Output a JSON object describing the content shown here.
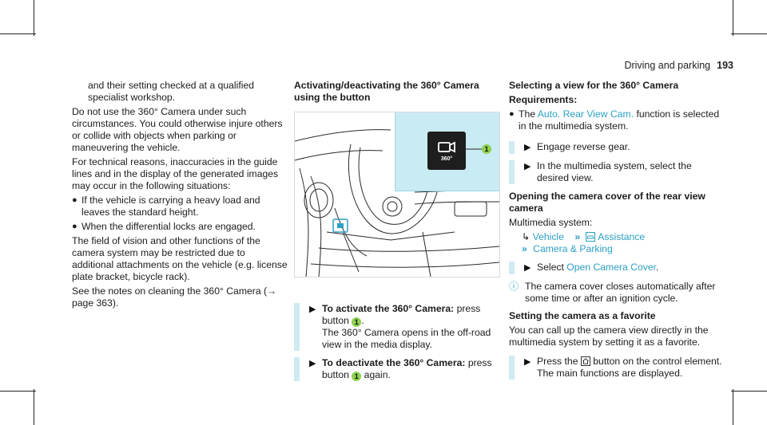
{
  "header": {
    "section": "Driving and parking",
    "page": "193"
  },
  "col1": {
    "p1": "and their setting checked at a qualified specialist workshop.",
    "p2": "Do not use the 360° Camera under such circumstances. You could otherwise injure others or collide with objects when parking or maneuvering the vehicle.",
    "p3": "For technical reasons, inaccuracies in the guide lines and in the display of the generated images may occur in the following situations:",
    "bullets": [
      "If the vehicle is carrying a heavy load and leaves the standard height.",
      "When the differential locks are engaged."
    ],
    "p4": "The field of vision and other functions of the camera system may be restricted due to additional attachments on the vehicle (e.g. license plate bracket, bicycle rack).",
    "p5": "See the notes on cleaning the 360° Camera (→ page 363)."
  },
  "col2": {
    "heading": "Activating/deactivating the 360° Camera using the button",
    "figure_button_label": "360°",
    "callout": "1",
    "step1": {
      "bold": "To activate the 360° Camera:",
      "rest": "press button",
      "callout": "1",
      "after": ".",
      "line2": "The 360° Camera opens in the off-road view in the media display."
    },
    "step2": {
      "bold": "To deactivate the 360° Camera:",
      "rest": "press button",
      "callout": "1",
      "after": "again."
    }
  },
  "col3": {
    "heading": "Selecting a view for the 360° Camera",
    "req_label": "Requirements:",
    "req_pre": "The",
    "req_link": "Auto. Rear View Cam.",
    "req_post": "function is selected in the multimedia system.",
    "step_engage": "Engage reverse gear.",
    "step_select_view": "In the multimedia system, select the desired view.",
    "heading2": "Opening the camera cover of the rear view camera",
    "ms_label": "Multimedia system:",
    "menu1": "Vehicle",
    "menu2": "Assistance",
    "menu3": "Camera & Parking",
    "step_cover_pre": "Select",
    "step_cover_link": "Open Camera Cover",
    "step_cover_post": ".",
    "note": "The camera cover closes automatically after some time or after an ignition cycle.",
    "heading3": "Setting the camera as a favorite",
    "fav_text": "You can call up the camera view directly in the multimedia system by setting it as a favorite.",
    "step_press_pre": "Press the",
    "step_press_post": "button on the control element.",
    "step_press_line2": "The main functions are displayed."
  },
  "colors": {
    "accent": "#2b9fc4",
    "highlight": "#c9ebf3",
    "callout": "#8fd14f"
  }
}
